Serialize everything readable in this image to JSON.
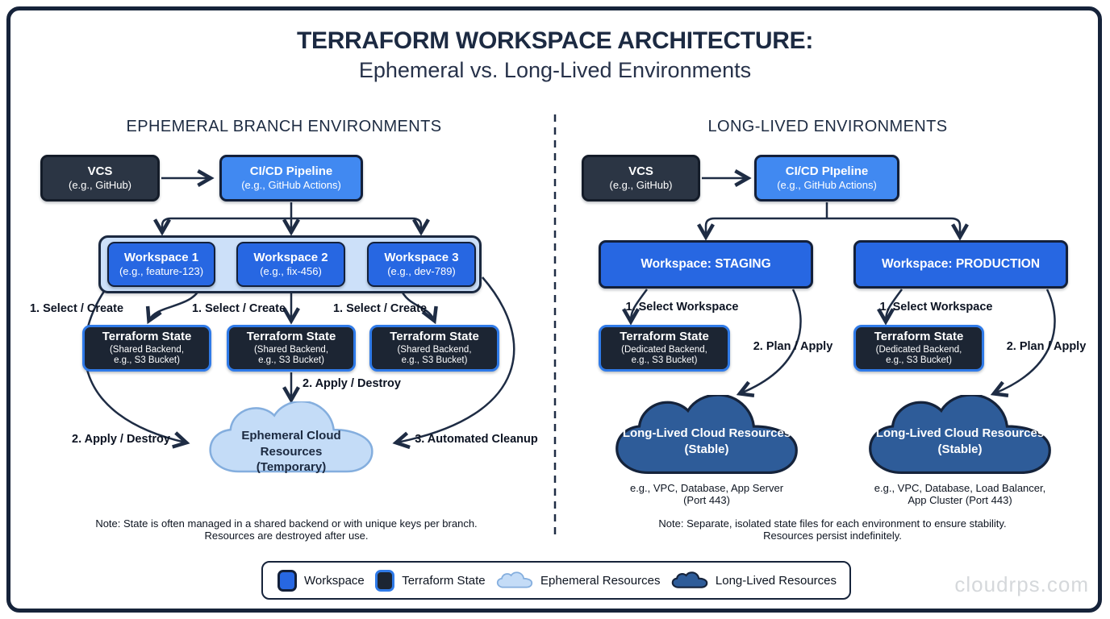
{
  "title": {
    "line1": "TERRAFORM WORKSPACE ARCHITECTURE:",
    "line2": "Ephemeral vs. Long-Lived Environments"
  },
  "left": {
    "header": "EPHEMERAL BRANCH ENVIRONMENTS",
    "vcs": {
      "line1": "VCS",
      "line2": "(e.g., GitHub)"
    },
    "cicd": {
      "line1": "CI/CD Pipeline",
      "line2": "(e.g., GitHub Actions)"
    },
    "workspaces": [
      {
        "line1": "Workspace 1",
        "line2": "(e.g., feature-123)"
      },
      {
        "line1": "Workspace 2",
        "line2": "(e.g., fix-456)"
      },
      {
        "line1": "Workspace 3",
        "line2": "(e.g., dev-789)"
      }
    ],
    "select_labels": [
      "1. Select / Create",
      "1. Select / Create",
      "1. Select / Create"
    ],
    "states": [
      {
        "line1": "Terraform State",
        "line2": "(Shared Backend,",
        "line3": "e.g., S3 Bucket)"
      },
      {
        "line1": "Terraform State",
        "line2": "(Shared Backend,",
        "line3": "e.g., S3 Bucket)"
      },
      {
        "line1": "Terraform State",
        "line2": "(Shared Backend,",
        "line3": "e.g., S3 Bucket)"
      }
    ],
    "apply_destroy_label": "2. Apply / Destroy",
    "apply_destroy_arc_label": "2. Apply / Destroy",
    "cleanup_label": "3. Automated Cleanup",
    "cloud": {
      "line1": "Ephemeral Cloud Resources",
      "line2": "(Temporary)"
    },
    "note": {
      "line1": "Note: State is often managed in a shared backend or with unique keys per branch.",
      "line2": "Resources are destroyed after use."
    }
  },
  "right": {
    "header": "LONG-LIVED ENVIRONMENTS",
    "vcs": {
      "line1": "VCS",
      "line2": "(e.g., GitHub)"
    },
    "cicd": {
      "line1": "CI/CD PIpeline",
      "line2": "(e.g., GitHub Actions)"
    },
    "environments": [
      {
        "workspace": "Workspace: STAGING",
        "select_label": "1. Select Workspace",
        "plan_label": "2. Plan / Apply",
        "state": {
          "line1": "Terraform State",
          "line2": "(Dedicated Backend,",
          "line3": "e.g., S3 Bucket)"
        },
        "cloud": {
          "line1": "Long-Lived Cloud Resources",
          "line2": "(Stable)"
        },
        "caption": {
          "line1": "e.g., VPC, Database, App Server",
          "line2": "(Port 443)"
        }
      },
      {
        "workspace": "Workspace: PRODUCTION",
        "select_label": "1. Select Workspace",
        "plan_label": "2. Plan / Apply",
        "state": {
          "line1": "Terraform State",
          "line2": "(Dedicated Backend,",
          "line3": "e.g., S3 Bucket)"
        },
        "cloud": {
          "line1": "Long-Lived Cloud Resources",
          "line2": "(Stable)"
        },
        "caption": {
          "line1": "e.g., VPC, Database, Load Balancer,",
          "line2": "App Cluster (Port 443)"
        }
      }
    ],
    "note": {
      "line1": "Note: Separate, isolated state files for each environment to ensure stability.",
      "line2": "Resources persist indefinitely."
    }
  },
  "legend": {
    "items": [
      {
        "label": "Workspace"
      },
      {
        "label": "Terraform State"
      },
      {
        "label": "Ephemeral Resources"
      },
      {
        "label": "Long-Lived Resources"
      }
    ]
  },
  "watermark": "cloudrps.com",
  "colors": {
    "frame_navy": "#16233a",
    "workspace_blue": "#2767e2",
    "cicd_blue": "#4189f1",
    "container_light_blue": "#cce0f9",
    "state_navy": "#1c2533",
    "state_border_blue": "#2f7ae8",
    "vcs_slate": "#2b3544",
    "ephemeral_cloud_fill": "#c4dcf7",
    "ephemeral_cloud_stroke": "#84aede",
    "longlived_cloud_fill": "#2e5c99",
    "arrow": "#1e2c44"
  }
}
